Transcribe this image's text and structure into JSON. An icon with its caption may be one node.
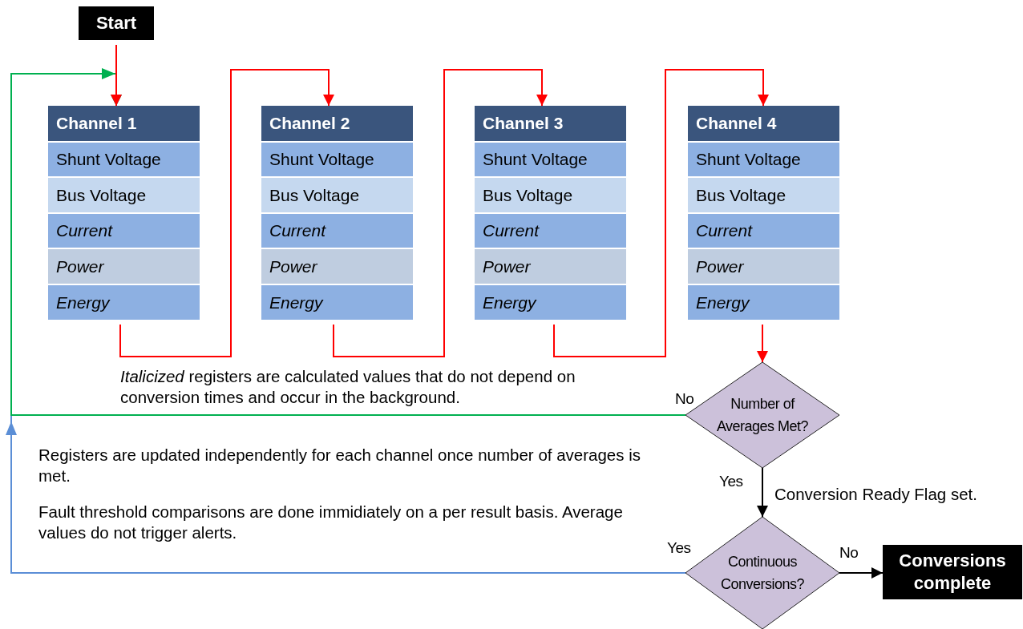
{
  "diagram": {
    "nodes": [
      {
        "text": [
          "Start"
        ]
      },
      {
        "text": [
          "Channel 1",
          "Shunt Voltage",
          "Bus Voltage",
          "Current",
          "Power",
          "Energy"
        ]
      },
      {
        "text": [
          "Channel 2",
          "Shunt Voltage",
          "Bus Voltage",
          "Current",
          "Power",
          "Energy"
        ]
      },
      {
        "text": [
          "Channel 3",
          "Shunt Voltage",
          "Bus Voltage",
          "Current",
          "Power",
          "Energy"
        ]
      },
      {
        "text": [
          "Channel 4",
          "Shunt Voltage",
          "Bus Voltage",
          "Current",
          "Power",
          "Energy"
        ]
      },
      {
        "text": [
          "Number of Averages Met?"
        ]
      },
      {
        "text": [
          "Continuous Conversions?"
        ]
      },
      {
        "text": [
          "Conversions complete"
        ]
      }
    ],
    "edges": [
      {
        "from": 0,
        "to": 1,
        "arrow": "to"
      },
      {
        "from": 1,
        "to": 2,
        "arrow": "to"
      },
      {
        "from": 2,
        "to": 3,
        "arrow": "to"
      },
      {
        "from": 3,
        "to": 4,
        "arrow": "to"
      },
      {
        "from": 4,
        "to": 5,
        "arrow": "to"
      },
      {
        "from": 5,
        "to": 1,
        "arrow": "to",
        "label": "No",
        "color": "#00b050"
      },
      {
        "from": 5,
        "to": 6,
        "arrow": "to",
        "label": "Yes",
        "color": "#000000"
      },
      {
        "from": 6,
        "to": 1,
        "arrow": "to",
        "label": "Yes",
        "color": "#5b8ed6"
      },
      {
        "from": 6,
        "to": 7,
        "arrow": "to",
        "label": "No",
        "color": "#000000"
      }
    ],
    "labels": [
      "*Italicized* registers are calculated values that do not depend on conversion times and occur in the background.",
      "Registers are updated independently for each channel once number of averages is met.",
      "Fault threshold comparisons are done immidiately on a per result basis. Average values do not trigger alerts.",
      "Conversion Ready Flag set."
    ]
  }
}
